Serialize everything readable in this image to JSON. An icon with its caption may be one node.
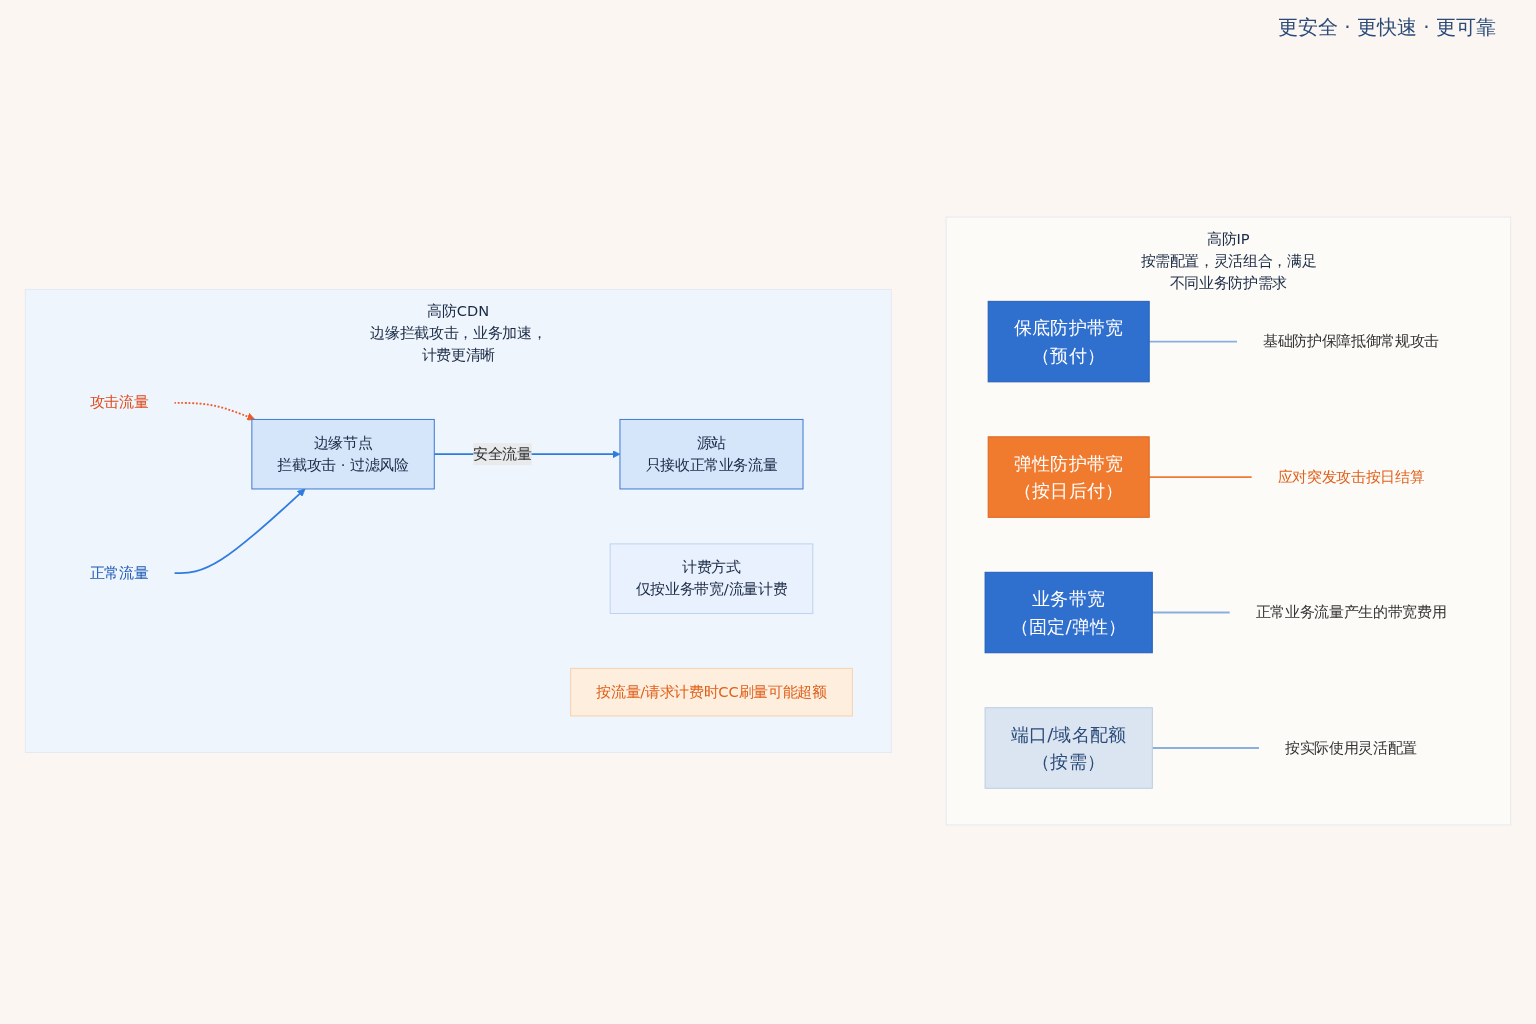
{
  "diagram": {
    "nodes": [
      {
        "text": [
          "高防IP",
          "按需配置，灵活组合，满足不同业务防护需求"
        ]
      },
      {
        "text": [
          "保底防护带宽",
          "（预付）"
        ],
        "in": 0
      },
      {
        "text": [
          "基础防护保障抵御常规攻击"
        ],
        "in": 0
      },
      {
        "text": [
          "弹性防护带宽",
          "（按日后付）"
        ],
        "in": 0
      },
      {
        "text": [
          "应对突发攻击按日结算"
        ],
        "in": 0
      },
      {
        "text": [
          "业务带宽",
          "（固定/弹性）"
        ],
        "in": 0
      },
      {
        "text": [
          "正常业务流量产生的带宽费用"
        ],
        "in": 0
      },
      {
        "text": [
          "端口/域名配额",
          "（按需）"
        ],
        "in": 0
      },
      {
        "text": [
          "按实际使用灵活配置"
        ],
        "in": 0
      },
      {
        "text": [
          "高防CDN",
          "边缘拦截攻击，业务加速，计费更清晰"
        ]
      },
      {
        "text": [
          "攻击流量"
        ],
        "in": 9
      },
      {
        "text": [
          "正常流量"
        ],
        "in": 9
      },
      {
        "text": [
          "边缘节点",
          "拦截攻击 · 过滤风险"
        ],
        "in": 9
      },
      {
        "text": [
          "源站",
          "只接收正常业务流量"
        ],
        "in": 9
      },
      {
        "text": [
          "计费方式",
          "仅按业务带宽/流量计费"
        ],
        "in": 9
      },
      {
        "text": [
          "按流量/请求计费时CC刷量可能超额"
        ],
        "in": 9
      }
    ],
    "edges": [
      {
        "from": 1,
        "to": 2,
        "arrow": "none"
      },
      {
        "from": 3,
        "to": 4,
        "arrow": "none",
        "color": "#f07a2e"
      },
      {
        "from": 5,
        "to": 6,
        "arrow": "none"
      },
      {
        "from": 7,
        "to": 8,
        "arrow": "none"
      },
      {
        "from": 10,
        "to": 12,
        "arrow": "to",
        "style": "dashed",
        "color": "#f05a28"
      },
      {
        "from": 11,
        "to": 12,
        "arrow": "to",
        "color": "#2f7be0"
      },
      {
        "from": 12,
        "to": 13,
        "arrow": "to",
        "label": "安全流量",
        "color": "#2f7be0"
      }
    ],
    "labels": [
      "更安全 · 更快速 · 更可靠"
    ]
  }
}
